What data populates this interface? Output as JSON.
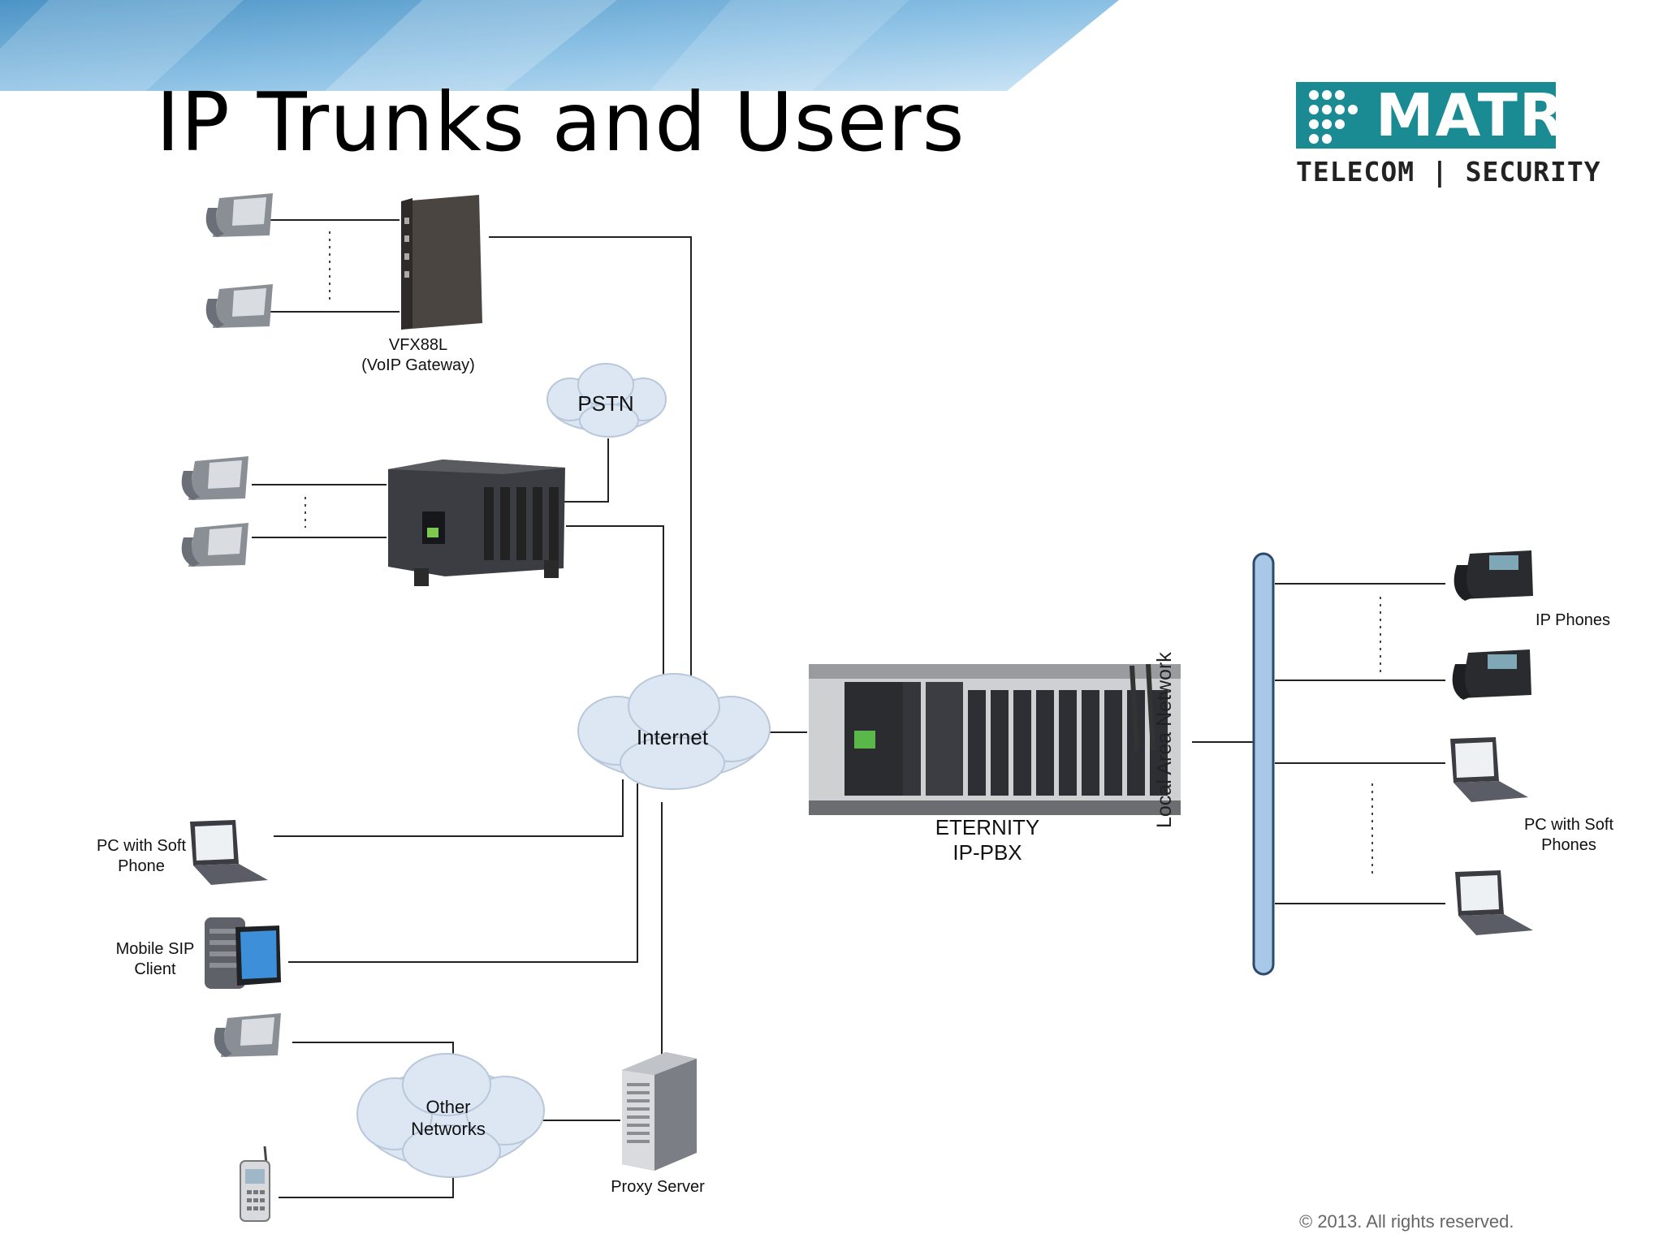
{
  "slide": {
    "title": "IP Trunks and Users",
    "copyright": "© 2013. All rights reserved."
  },
  "logo": {
    "brand": "MATRIX",
    "tagline": "TELECOM | SECURITY",
    "color": "#1a8a93"
  },
  "diagram": {
    "gateway": {
      "name": "VFX88L",
      "description": "(VoIP Gateway)"
    },
    "pstn": "PSTN",
    "internet": "Internet",
    "pbx": {
      "name": "ETERNITY",
      "type": "IP-PBX"
    },
    "lan": "Local Area Network",
    "ip_phones": "IP Phones",
    "pc_soft_phones_right": "PC with Soft\nPhones",
    "pc_soft_phone_left": "PC with Soft\nPhone",
    "mobile_sip_client": "Mobile SIP\nClient",
    "other_networks": "Other\nNetworks",
    "proxy_server": "Proxy Server",
    "icons": [
      "desk-phone-icon",
      "voip-gateway-icon",
      "pbx-chassis-icon",
      "cloud-icon",
      "ip-phone-icon",
      "laptop-icon",
      "smartphone-icon",
      "mobile-phone-icon",
      "server-tower-icon"
    ]
  }
}
